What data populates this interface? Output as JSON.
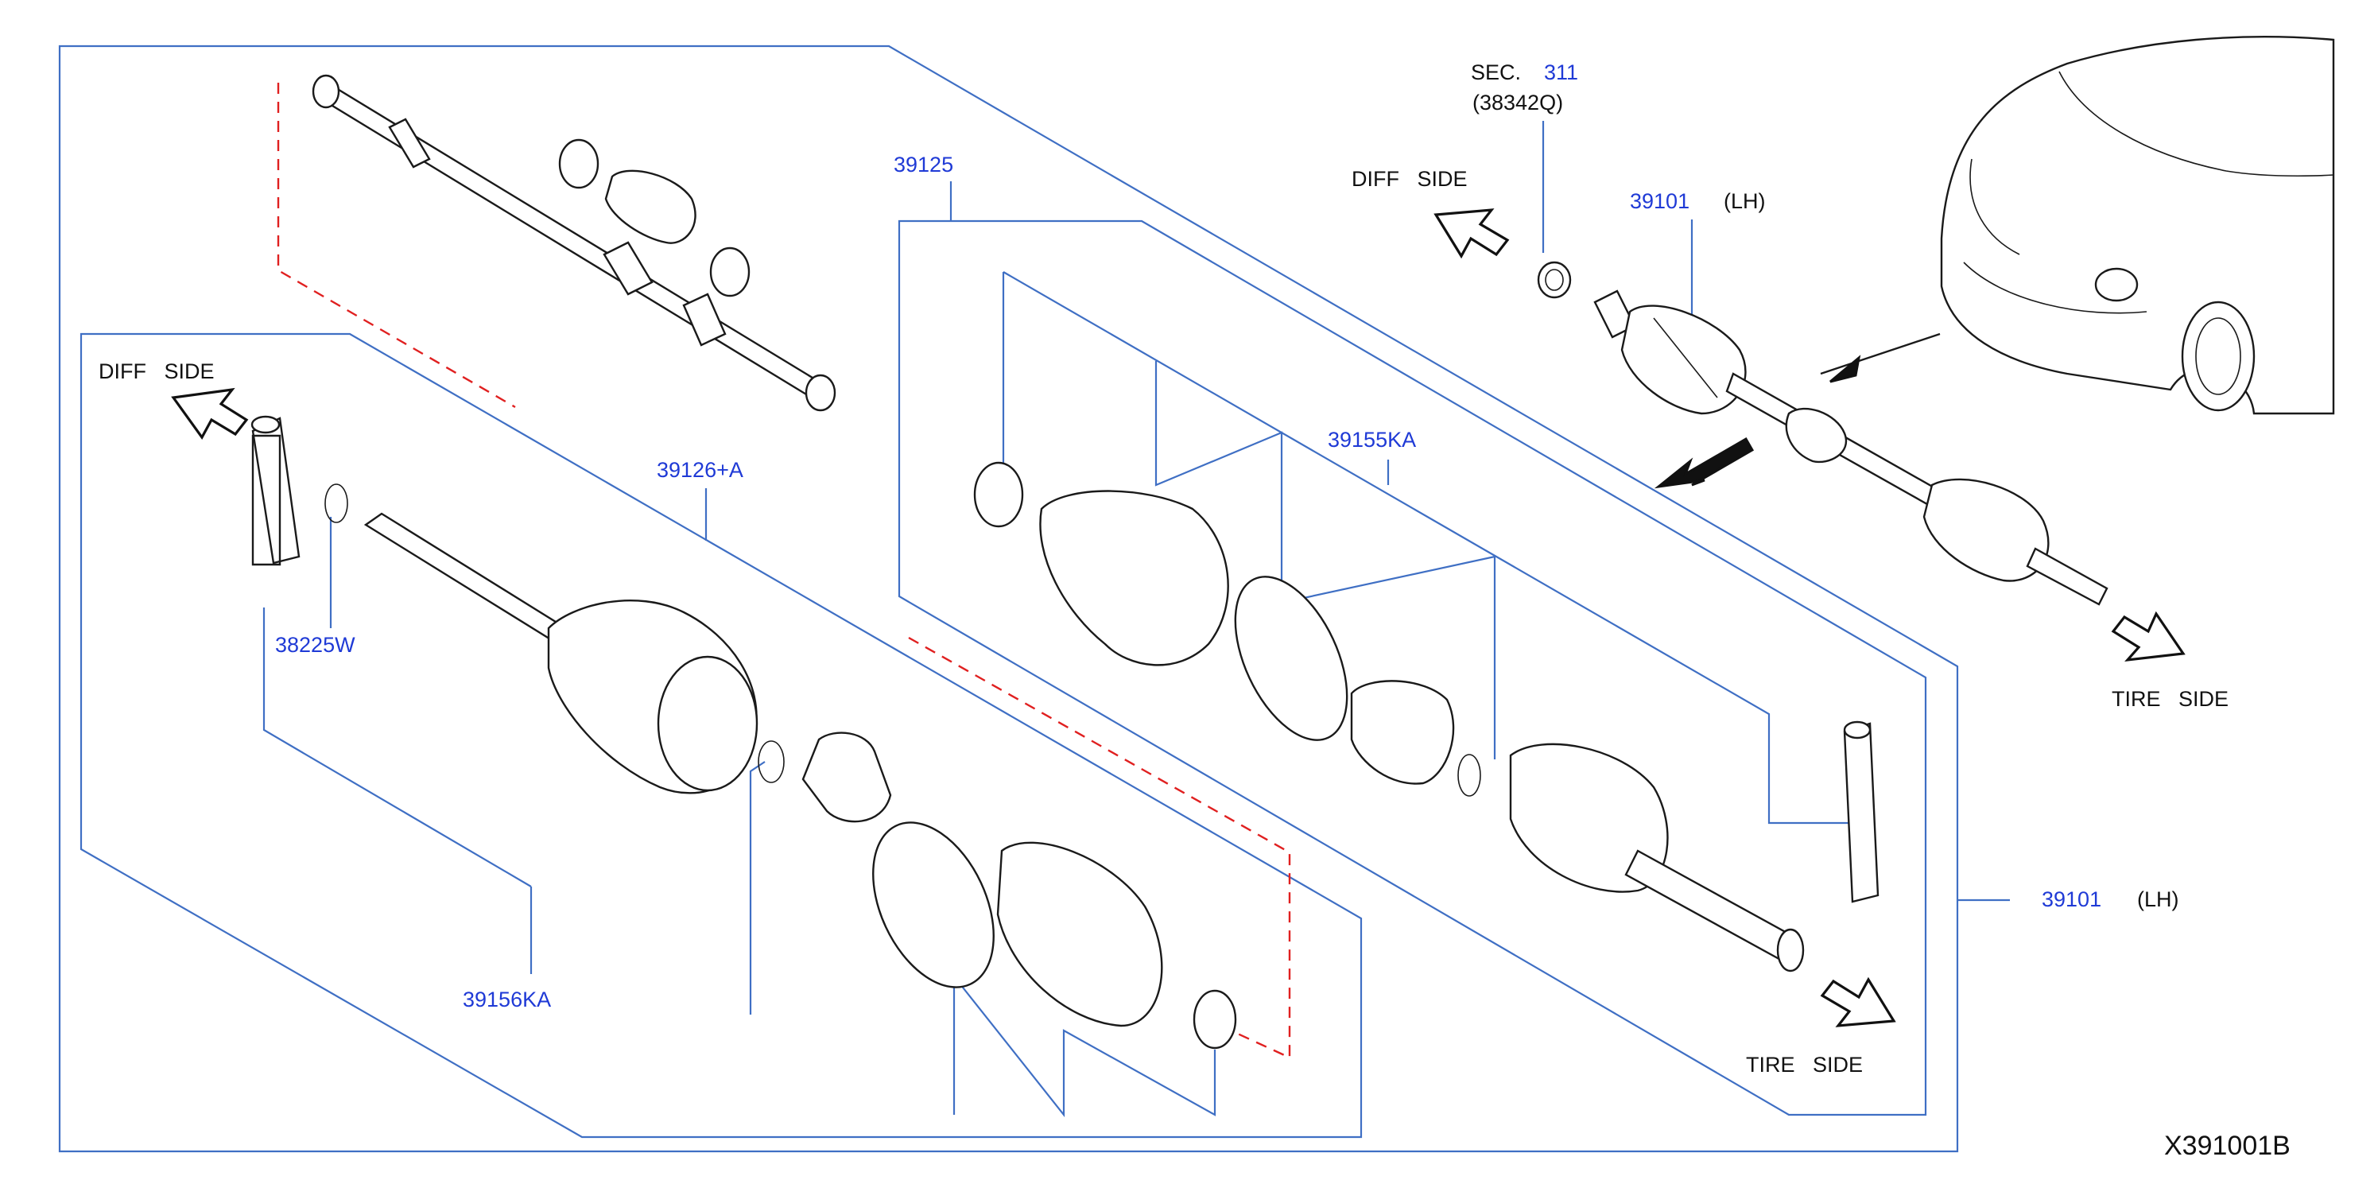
{
  "diagram_id": "X391001B",
  "sec_ref": {
    "prefix": "SEC.",
    "number": "311",
    "sub": "(38342Q)"
  },
  "direction_labels": {
    "diff_side_top": "DIFF   SIDE",
    "diff_side_left": "DIFF   SIDE",
    "tire_side_top": "TIRE   SIDE",
    "tire_side_bottom": "TIRE   SIDE"
  },
  "callouts": {
    "shaft_assy_top": {
      "part": "39101",
      "suffix": "(LH)"
    },
    "shaft_assy_right": {
      "part": "39101",
      "suffix": "(LH)"
    },
    "outer_joint_kit": "39125",
    "outer_boot_kit": "39155KA",
    "inner_housing": "39126+A",
    "grease": "38225W",
    "inner_boot_kit": "39156KA"
  },
  "colors": {
    "callout": "#1f3ad6",
    "frame": "#3f6fc4",
    "hidden_line": "#e02020",
    "ink": "#111111"
  }
}
